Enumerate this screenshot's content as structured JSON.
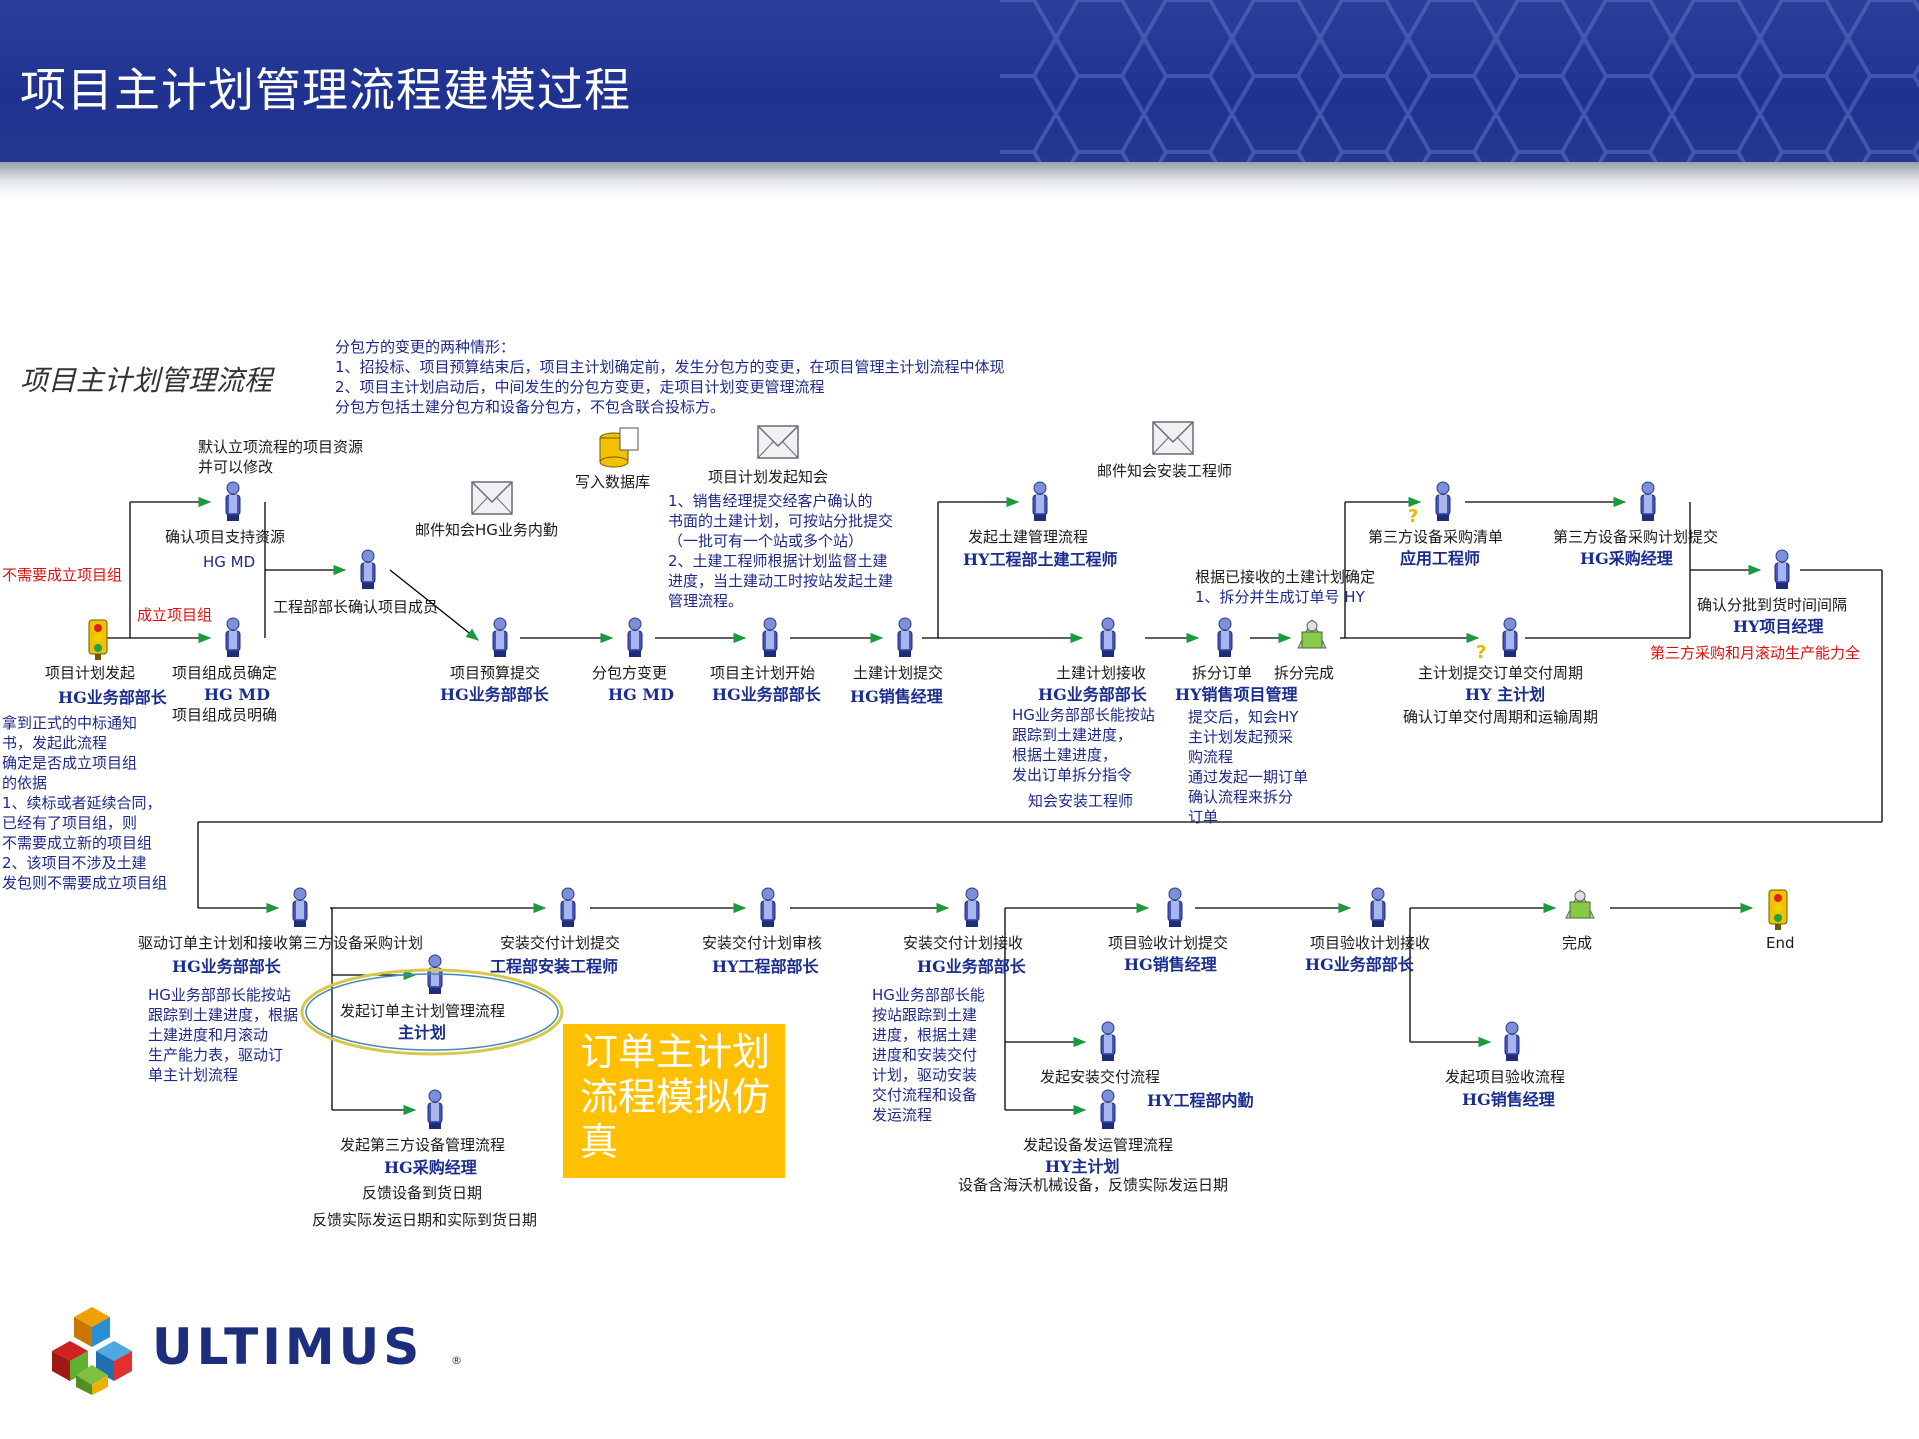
{
  "slide_title": "项目主计划管理流程建模过程",
  "diagram_title": "项目主计划管理流程",
  "notes": {
    "change_intro": "分包方的变更的两种情形：",
    "change_1": "1、招投标、项目预算结束后，项目主计划确定前，发生分包方的变更，在项目管理主计划流程中体现",
    "change_2": "2、项目主计划启动后，中间发生的分包方变更，走项目计划变更管理流程",
    "change_3": "分包方包括土建分包方和设备分包方，不包含联合投标方。",
    "default_res_1": "默认立项流程的项目资源",
    "default_res_2": "并可以修改",
    "db_write": "写入数据库",
    "mail_hg": "邮件知会HG业务内勤",
    "notify_start": "项目计划发起知会",
    "plan_note_1": "1、销售经理提交经客户确认的",
    "plan_note_2": "书面的土建计划，可按站分批提交",
    "plan_note_3": "（一批可有一个站或多个站）",
    "plan_note_4": "2、土建工程师根据计划监督土建",
    "plan_note_5": "进度，当土建动工时按站发起土建",
    "plan_note_6": "管理流程。",
    "mail_install": "邮件知会安装工程师",
    "split_basis_1": "根据已接收的土建计划确定",
    "split_basis_2": "1、拆分并生成订单号 HY",
    "no_group": "不需要成立项目组",
    "make_group": "成立项目组",
    "left_note_1": "拿到正式的中标通知",
    "left_note_2": "书，发起此流程",
    "left_note_3": "确定是否成立项目组",
    "left_note_4": "的依据",
    "left_note_5": "1、续标或者延续合同，",
    "left_note_6": "已经有了项目组，则",
    "left_note_7": "不需要成立新的项目组",
    "left_note_8": "2、该项目不涉及土建",
    "left_note_9": "发包则不需要成立项目组",
    "recv_note_1": "HG业务部部长能按站",
    "recv_note_2": "跟踪到土建进度，",
    "recv_note_3": "根据土建进度，",
    "recv_note_4": "发出订单拆分指令",
    "recv_note_5": "知会安装工程师",
    "split_note_1": "提交后，知会HY",
    "split_note_2": "主计划发起预采",
    "split_note_3": "购流程",
    "split_note_4": "通过发起一期订单",
    "split_note_5": "确认流程来拆分",
    "split_note_6": "订单",
    "third_party_red": "第三方采购和月滚动生产能力全",
    "drive_note_1": "HG业务部部长能按站",
    "drive_note_2": "跟踪到土建进度，根据",
    "drive_note_3": "土建进度和月滚动",
    "drive_note_4": "生产能力表，驱动订",
    "drive_note_5": "单主计划流程",
    "feedback_1": "反馈设备到货日期",
    "feedback_2": "反馈实际发运日期和实际到货日期",
    "inst_note_1": "HG业务部部长能",
    "inst_note_2": "按站跟踪到土建",
    "inst_note_3": "进度，根据土建",
    "inst_note_4": "进度和安装交付",
    "inst_note_5": "计划，驱动安装",
    "inst_note_6": "交付流程和设备",
    "inst_note_7": "发运流程",
    "ship_note": "设备含海沃机械设备，反馈实际发运日期"
  },
  "nodes": {
    "confirm_res": {
      "label": "确认项目支持资源",
      "role": "HG MD"
    },
    "eng_confirm": {
      "label": "工程部部长确认项目成员"
    },
    "start": {
      "label": "项目计划发起",
      "role": "HG业务部部长"
    },
    "member": {
      "label": "项目组成员确定",
      "role": "HG MD",
      "sub": "项目组成员明确"
    },
    "budget": {
      "label": "项目预算提交",
      "role": "HG业务部部长"
    },
    "subcon": {
      "label": "分包方变更",
      "role": "HG MD"
    },
    "plan_start": {
      "label": "项目主计划开始",
      "role": "HG业务部部长"
    },
    "civil_submit": {
      "label": "土建计划提交",
      "role": "HG销售经理"
    },
    "civil_mgmt": {
      "label": "发起土建管理流程",
      "role": "HY工程部土建工程师"
    },
    "civil_recv": {
      "label": "土建计划接收",
      "role": "HG业务部部长"
    },
    "split_order": {
      "label": "拆分订单",
      "role": "HY销售项目管理"
    },
    "split_done": {
      "label": "拆分完成"
    },
    "tp_list": {
      "label": "第三方设备采购清单",
      "role": "应用工程师"
    },
    "tp_submit": {
      "label": "第三方设备采购计划提交",
      "role": "HG采购经理"
    },
    "order_cycle": {
      "label": "主计划提交订单交付周期",
      "role": "HY 主计划",
      "sub": "确认订单交付周期和运输周期"
    },
    "confirm_batch": {
      "label": "确认分批到货时间间隔",
      "role": "HY项目经理"
    },
    "drive": {
      "label": "驱动订单主计划和接收第三方设备采购计划",
      "role": "HG业务部部长"
    },
    "order_plan": {
      "label": "发起订单主计划管理流程",
      "role": "主计划"
    },
    "tp_mgmt": {
      "label": "发起第三方设备管理流程",
      "role": "HG采购经理"
    },
    "inst_submit": {
      "label": "安装交付计划提交",
      "role": "工程部安装工程师"
    },
    "inst_review": {
      "label": "安装交付计划审核",
      "role": "HY工程部部长"
    },
    "inst_recv": {
      "label": "安装交付计划接收",
      "role": "HG业务部部长"
    },
    "inst_flow": {
      "label": "发起安装交付流程",
      "role": "HY工程部内勤"
    },
    "ship_flow": {
      "label": "发起设备发运管理流程",
      "role": "HY主计划"
    },
    "acc_submit": {
      "label": "项目验收计划提交",
      "role": "HG销售经理"
    },
    "acc_recv": {
      "label": "项目验收计划接收",
      "role": "HG业务部部长"
    },
    "acc_flow": {
      "label": "发起项目验收流程",
      "role": "HG销售经理"
    },
    "finish": {
      "label": "完成"
    },
    "end": {
      "label": "End"
    }
  },
  "sim_label": "订单主计划流程模拟仿真",
  "logo": {
    "name": "ULTIMUS",
    "reg": "®"
  },
  "colors": {
    "banner": "#1f3290",
    "role_text": "#1a2d8f",
    "arrow": "#1a9a3a",
    "highlight": "#fec000",
    "red_text": "#e01010"
  }
}
